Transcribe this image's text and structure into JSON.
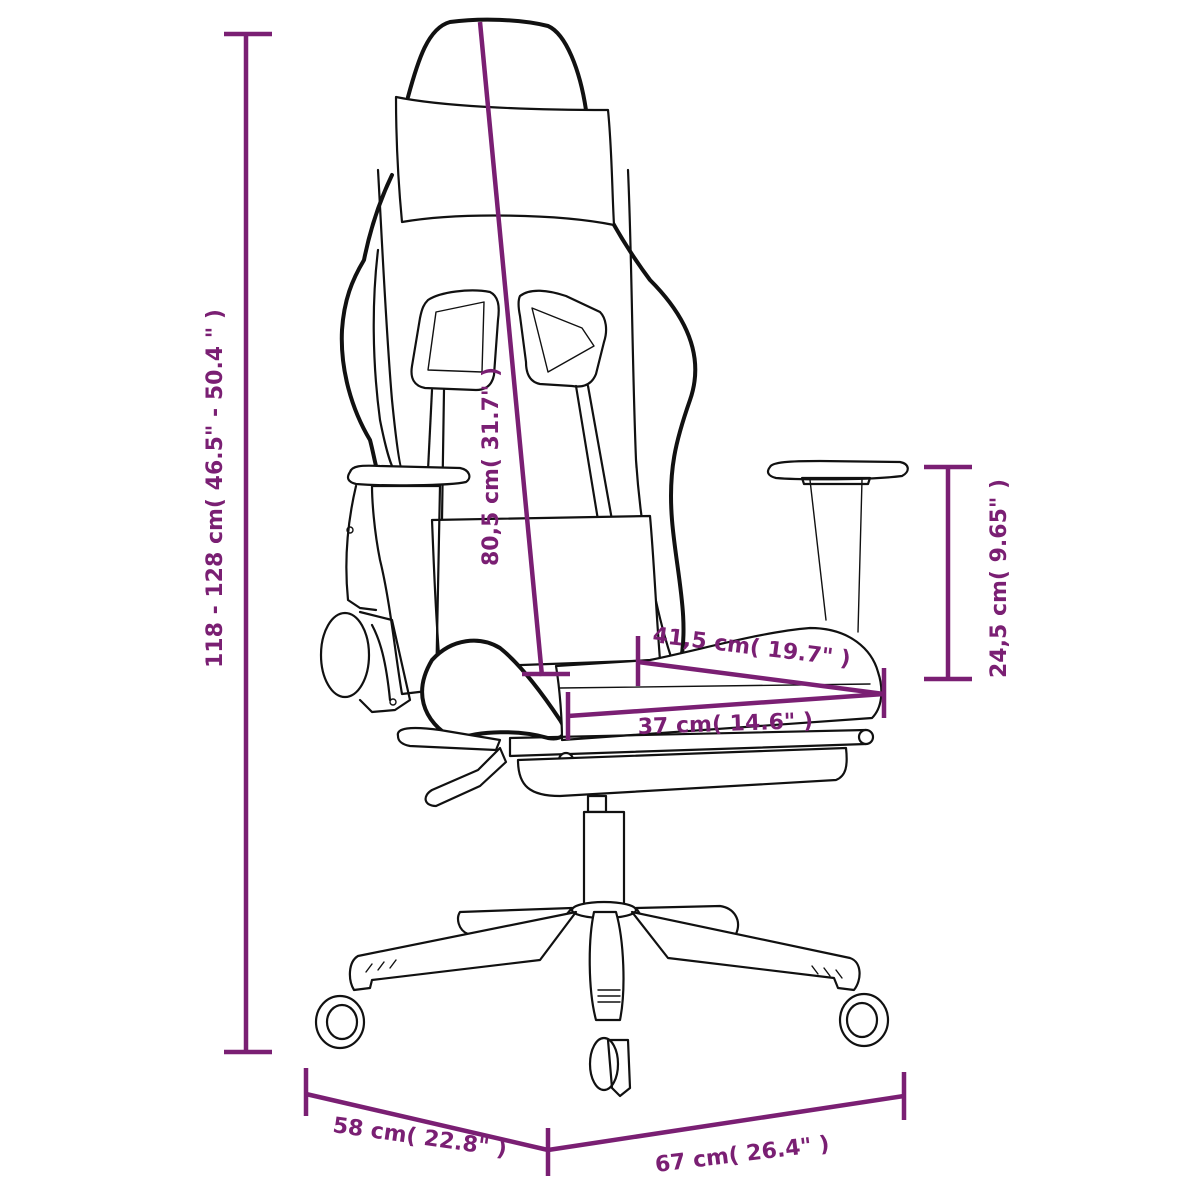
{
  "diagram": {
    "subject": "Gaming chair with footrest",
    "accent_color": "#7a1f73",
    "outline_color": "#111111",
    "background": "#ffffff"
  },
  "dimensions": {
    "total_height": {
      "label": "118 - 128 cm( 46.5\"  - 50.4  \" )",
      "metric": "118 - 128 cm",
      "imperial": "46.5\" - 50.4\""
    },
    "backrest_height": {
      "label": "80,5 cm( 31.7\" )",
      "metric": "80,5 cm",
      "imperial": "31.7\""
    },
    "seat_depth": {
      "label": "41,5 cm( 19.7\"  )",
      "metric": "41,5 cm",
      "imperial": "19.7\""
    },
    "seat_width": {
      "label": "37 cm( 14.6\"  )",
      "metric": "37 cm",
      "imperial": "14.6\""
    },
    "armrest_height": {
      "label": "24,5 cm( 9.65\" )",
      "metric": "24,5 cm",
      "imperial": "9.65\""
    },
    "base_depth": {
      "label": "58 cm( 22.8\"  )",
      "metric": "58 cm",
      "imperial": "22.8\""
    },
    "base_width": {
      "label": "67 cm( 26.4\"  )",
      "metric": "67 cm",
      "imperial": "26.4\""
    }
  }
}
